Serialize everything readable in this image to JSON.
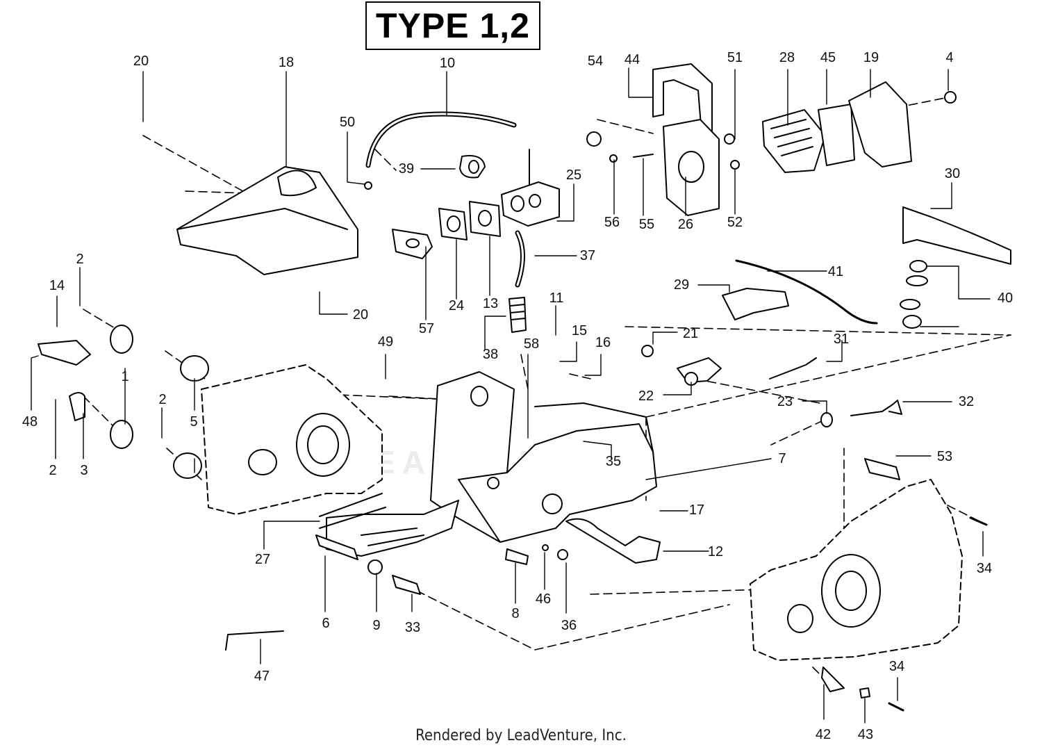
{
  "diagram": {
    "title": "TYPE 1,2",
    "footer": "Rendered by LeadVenture, Inc.",
    "watermark": "LEADVENTURE",
    "callouts": [
      {
        "label": "20"
      },
      {
        "label": "18"
      },
      {
        "label": "10"
      },
      {
        "label": "50"
      },
      {
        "label": "39"
      },
      {
        "label": "25"
      },
      {
        "label": "54"
      },
      {
        "label": "44"
      },
      {
        "label": "51"
      },
      {
        "label": "28"
      },
      {
        "label": "45"
      },
      {
        "label": "19"
      },
      {
        "label": "4"
      },
      {
        "label": "56"
      },
      {
        "label": "55"
      },
      {
        "label": "26"
      },
      {
        "label": "52"
      },
      {
        "label": "30"
      },
      {
        "label": "57"
      },
      {
        "label": "24"
      },
      {
        "label": "13"
      },
      {
        "label": "37"
      },
      {
        "label": "41"
      },
      {
        "label": "40"
      },
      {
        "label": "2"
      },
      {
        "label": "14"
      },
      {
        "label": "20"
      },
      {
        "label": "11"
      },
      {
        "label": "29"
      },
      {
        "label": "1"
      },
      {
        "label": "15"
      },
      {
        "label": "16"
      },
      {
        "label": "38"
      },
      {
        "label": "58"
      },
      {
        "label": "49"
      },
      {
        "label": "21"
      },
      {
        "label": "31"
      },
      {
        "label": "2"
      },
      {
        "label": "48"
      },
      {
        "label": "5"
      },
      {
        "label": "22"
      },
      {
        "label": "23"
      },
      {
        "label": "32"
      },
      {
        "label": "2"
      },
      {
        "label": "3"
      },
      {
        "label": "35"
      },
      {
        "label": "7"
      },
      {
        "label": "53"
      },
      {
        "label": "17"
      },
      {
        "label": "27"
      },
      {
        "label": "12"
      },
      {
        "label": "34"
      },
      {
        "label": "6"
      },
      {
        "label": "9"
      },
      {
        "label": "33"
      },
      {
        "label": "8"
      },
      {
        "label": "46"
      },
      {
        "label": "36"
      },
      {
        "label": "47"
      },
      {
        "label": "34"
      },
      {
        "label": "42"
      },
      {
        "label": "43"
      }
    ]
  }
}
